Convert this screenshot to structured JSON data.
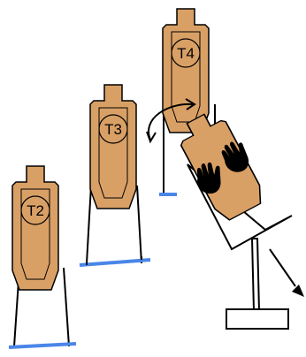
{
  "colors": {
    "cardboard": "#d9a066",
    "outline": "#000000",
    "stand_base": "#4a86e8",
    "background": "#ffffff"
  },
  "targets": [
    {
      "label": "T4",
      "state": "standing"
    },
    {
      "label": "T3",
      "state": "standing"
    },
    {
      "label": "T2",
      "state": "standing"
    },
    {
      "label": "",
      "state": "falling"
    }
  ],
  "icons": [
    "curved-arrow-icon",
    "hand-print-icon",
    "hand-print-icon",
    "arrow-down-right-icon"
  ]
}
